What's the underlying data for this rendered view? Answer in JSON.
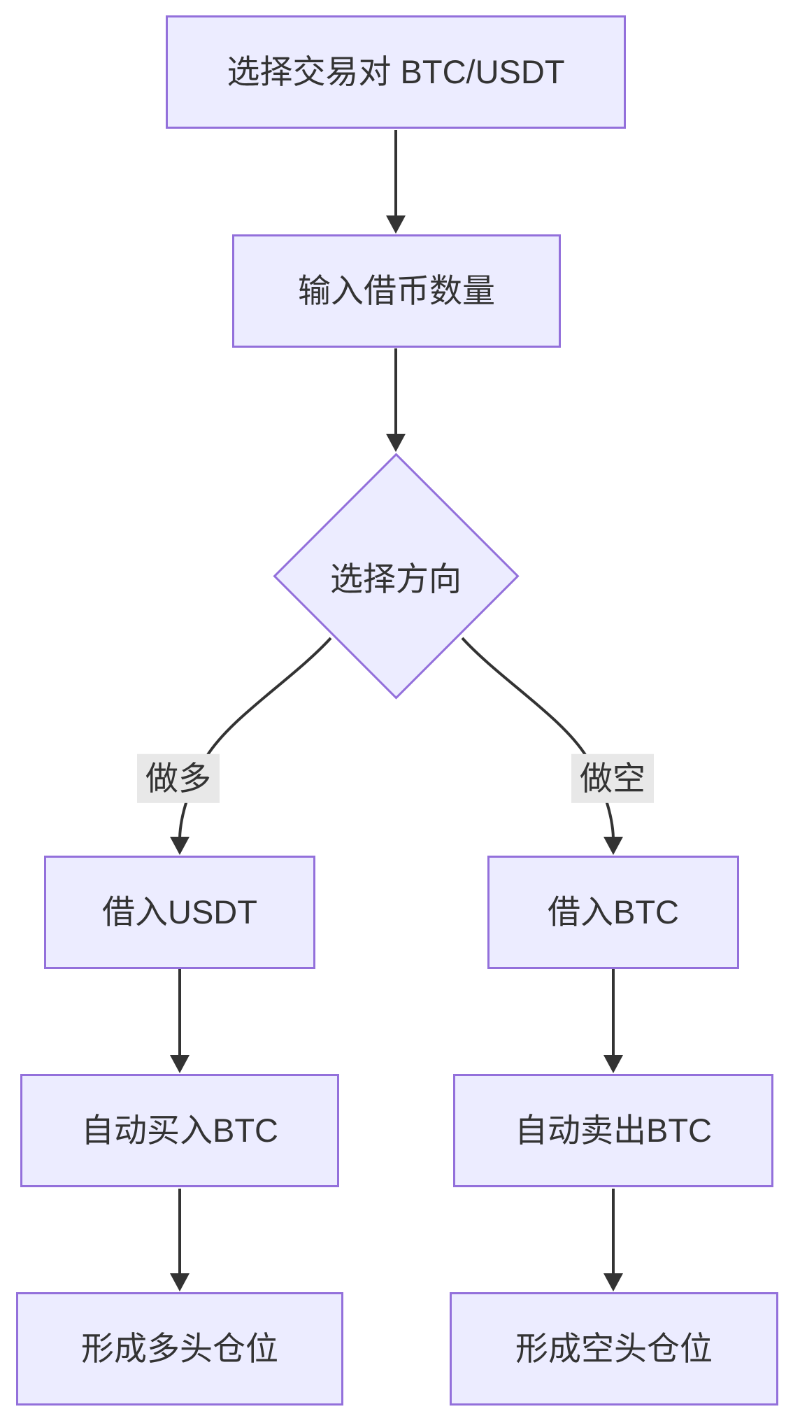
{
  "diagram": {
    "type": "flowchart",
    "direction": "top-down",
    "nodes": {
      "select_pair": {
        "label": "选择交易对 BTC/USDT",
        "shape": "rect"
      },
      "input_amount": {
        "label": "输入借币数量",
        "shape": "rect"
      },
      "choose_direction": {
        "label": "选择方向",
        "shape": "diamond"
      },
      "borrow_usdt": {
        "label": "借入USDT",
        "shape": "rect"
      },
      "borrow_btc": {
        "label": "借入BTC",
        "shape": "rect"
      },
      "auto_buy_btc": {
        "label": "自动买入BTC",
        "shape": "rect"
      },
      "auto_sell_btc": {
        "label": "自动卖出BTC",
        "shape": "rect"
      },
      "long_position": {
        "label": "形成多头仓位",
        "shape": "rect"
      },
      "short_position": {
        "label": "形成空头仓位",
        "shape": "rect"
      }
    },
    "edges": [
      {
        "from": "select_pair",
        "to": "input_amount",
        "label": ""
      },
      {
        "from": "input_amount",
        "to": "choose_direction",
        "label": ""
      },
      {
        "from": "choose_direction",
        "to": "borrow_usdt",
        "label": "做多"
      },
      {
        "from": "choose_direction",
        "to": "borrow_btc",
        "label": "做空"
      },
      {
        "from": "borrow_usdt",
        "to": "auto_buy_btc",
        "label": ""
      },
      {
        "from": "borrow_btc",
        "to": "auto_sell_btc",
        "label": ""
      },
      {
        "from": "auto_buy_btc",
        "to": "long_position",
        "label": ""
      },
      {
        "from": "auto_sell_btc",
        "to": "short_position",
        "label": ""
      }
    ],
    "edge_labels": {
      "long": "做多",
      "short": "做空"
    },
    "colors": {
      "background": "#FFFFFF",
      "node_fill": "#ECECFF",
      "node_border": "#9370DB",
      "node_text": "#333333",
      "arrow": "#333333",
      "edge_label_bg": "#E8E8E8"
    }
  }
}
